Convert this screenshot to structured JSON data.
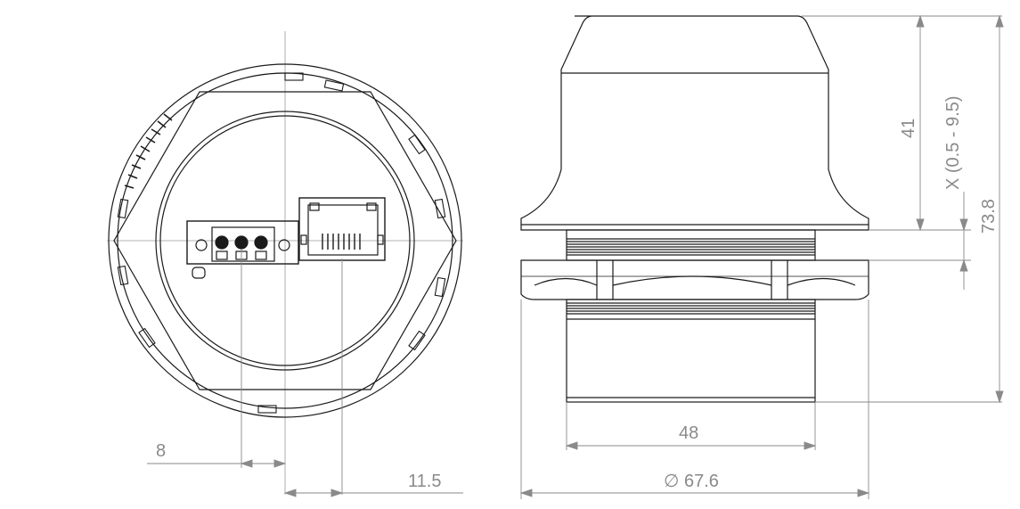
{
  "dimensions": {
    "connector_offset": "8",
    "rj45_offset": "11.5",
    "body_width": "48",
    "flange_diameter": "∅ 67.6",
    "top_height": "41",
    "panel_thickness": "X (0.5 - 9.5)",
    "total_height": "73.8"
  },
  "colors": {
    "outline": "#1a1a1a",
    "dimension": "#8a8a8a"
  }
}
